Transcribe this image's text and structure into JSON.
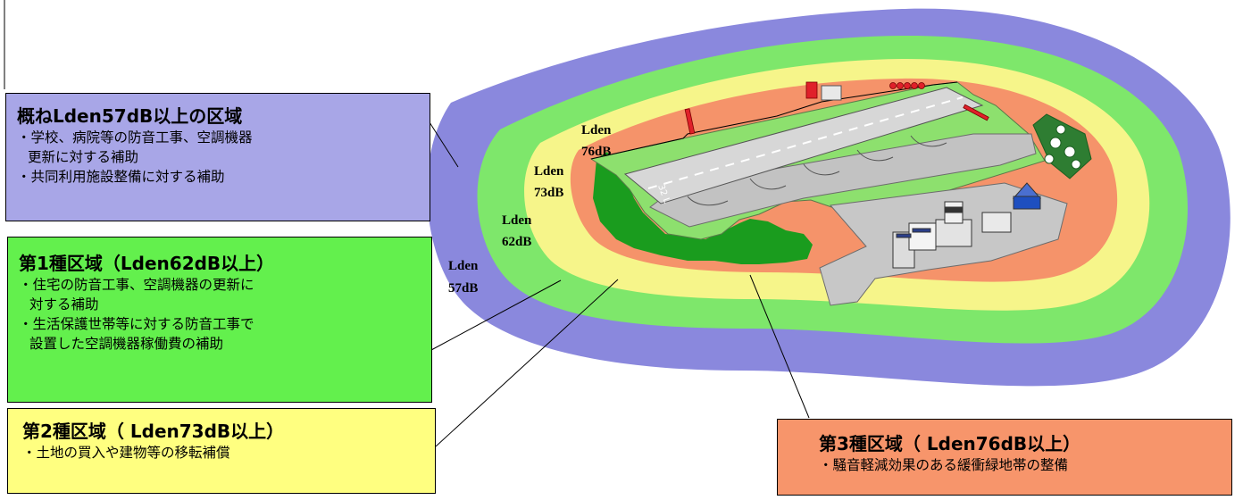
{
  "colors": {
    "zone57": "#8a88dd",
    "zone62": "#7ee76b",
    "zone73": "#f6f58a",
    "zone76": "#f5936a",
    "buffer_green": "#1a9c1e",
    "box57": "#a8a6e7",
    "box62": "#63f04d",
    "box73": "#ffff80",
    "box76": "#f7956b"
  },
  "zone_labels": {
    "z76": [
      "Lden",
      "76dB"
    ],
    "z73": [
      "Lden",
      "73dB"
    ],
    "z62": [
      "Lden",
      "62dB"
    ],
    "z57": [
      "Lden",
      "57dB"
    ]
  },
  "runway_number": "32 L",
  "boxes": {
    "b57": {
      "title": "概ねLden57dB以上の区域",
      "items": [
        "・学校、病院等の防音工事、空調機器",
        "更新に対する補助",
        "・共同利用施設整備に対する補助"
      ]
    },
    "b62": {
      "title": "第1種区域（Lden62dB以上）",
      "items": [
        "・住宅の防音工事、空調機器の更新に",
        "対する補助",
        "・生活保護世帯等に対する防音工事で",
        "設置した空調機器稼働費の補助"
      ]
    },
    "b73": {
      "title": "第2種区域（ Lden73dB以上）",
      "items": [
        "・土地の買入や建物等の移転補償"
      ]
    },
    "b76": {
      "title": "第3種区域（ Lden76dB以上）",
      "items": [
        "・騒音軽減効果のある緩衝緑地帯の整備"
      ]
    }
  }
}
